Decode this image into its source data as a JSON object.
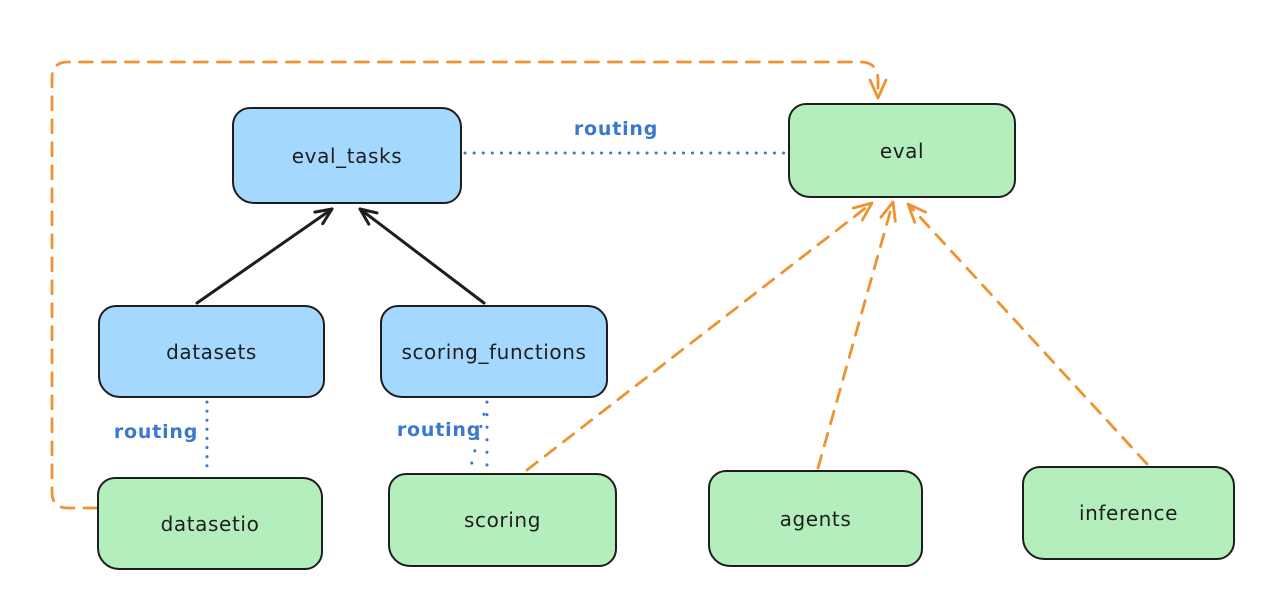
{
  "colors": {
    "background": "#ffffff",
    "node_stroke": "#1e1e1e",
    "blue_fill": "#a5d8ff",
    "green_fill": "#b4eebc",
    "routing_blue": "#3b78cc",
    "orange": "#ee9331",
    "black_arrow": "#1e1e1e"
  },
  "nodes": [
    {
      "id": "eval_tasks",
      "label": "eval_tasks",
      "fill": "blue"
    },
    {
      "id": "eval",
      "label": "eval",
      "fill": "green"
    },
    {
      "id": "datasets",
      "label": "datasets",
      "fill": "blue"
    },
    {
      "id": "scoring_functions",
      "label": "scoring_functions",
      "fill": "blue"
    },
    {
      "id": "datasetio",
      "label": "datasetio",
      "fill": "green"
    },
    {
      "id": "scoring",
      "label": "scoring",
      "fill": "green"
    },
    {
      "id": "agents",
      "label": "agents",
      "fill": "green"
    },
    {
      "id": "inference",
      "label": "inference",
      "fill": "green"
    }
  ],
  "edges": [
    {
      "from": "eval_tasks",
      "to": "eval",
      "style": "dotted-blue",
      "label": "routing"
    },
    {
      "from": "datasets",
      "to": "datasetio",
      "style": "dotted-blue",
      "label": "routing"
    },
    {
      "from": "scoring_functions",
      "to": "scoring",
      "style": "dotted-blue",
      "label": "routing"
    },
    {
      "from": "datasets",
      "to": "eval_tasks",
      "style": "solid-black-arrow",
      "label": ""
    },
    {
      "from": "scoring_functions",
      "to": "eval_tasks",
      "style": "solid-black-arrow",
      "label": ""
    },
    {
      "from": "datasetio",
      "to": "eval",
      "style": "dashed-orange-arrow",
      "label": ""
    },
    {
      "from": "scoring",
      "to": "eval",
      "style": "dashed-orange-arrow",
      "label": ""
    },
    {
      "from": "agents",
      "to": "eval",
      "style": "dashed-orange-arrow",
      "label": ""
    },
    {
      "from": "inference",
      "to": "eval",
      "style": "dashed-orange-arrow",
      "label": ""
    }
  ]
}
